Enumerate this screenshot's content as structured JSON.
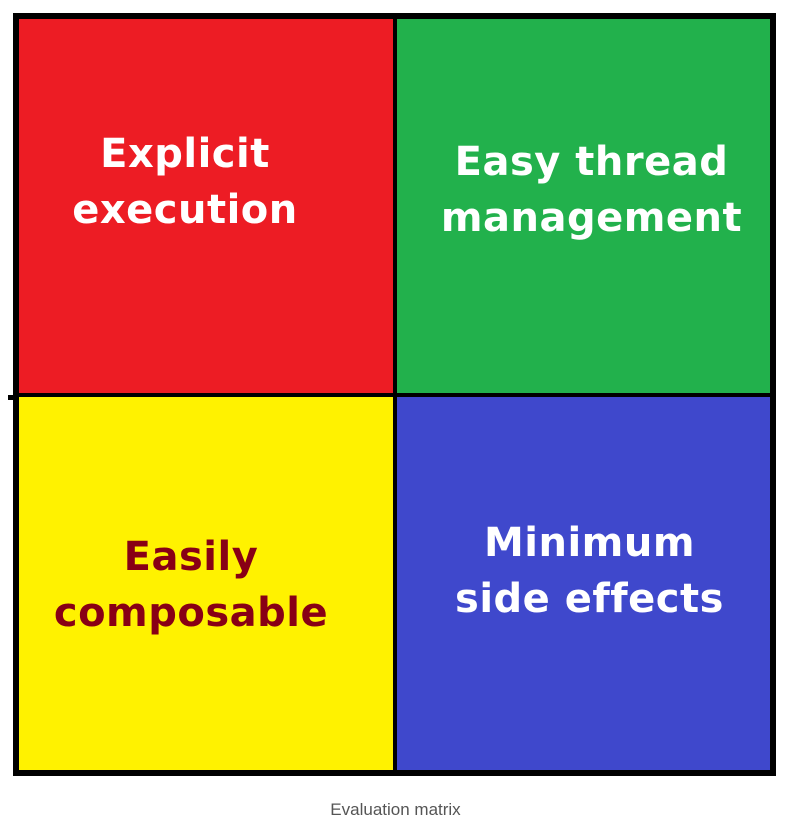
{
  "matrix": {
    "top_left": {
      "label": "Explicit\nexecution",
      "color": "#ed1c24",
      "text_color": "#ffffff"
    },
    "top_right": {
      "label": "Easy thread\nmanagement",
      "color": "#22b14c",
      "text_color": "#ffffff"
    },
    "bottom_left": {
      "label": "Easily\ncomposable",
      "color": "#fff200",
      "text_color": "#880015"
    },
    "bottom_right": {
      "label": "Minimum\nside effects",
      "color": "#3f48cc",
      "text_color": "#ffffff"
    }
  },
  "caption": "Evaluation matrix"
}
